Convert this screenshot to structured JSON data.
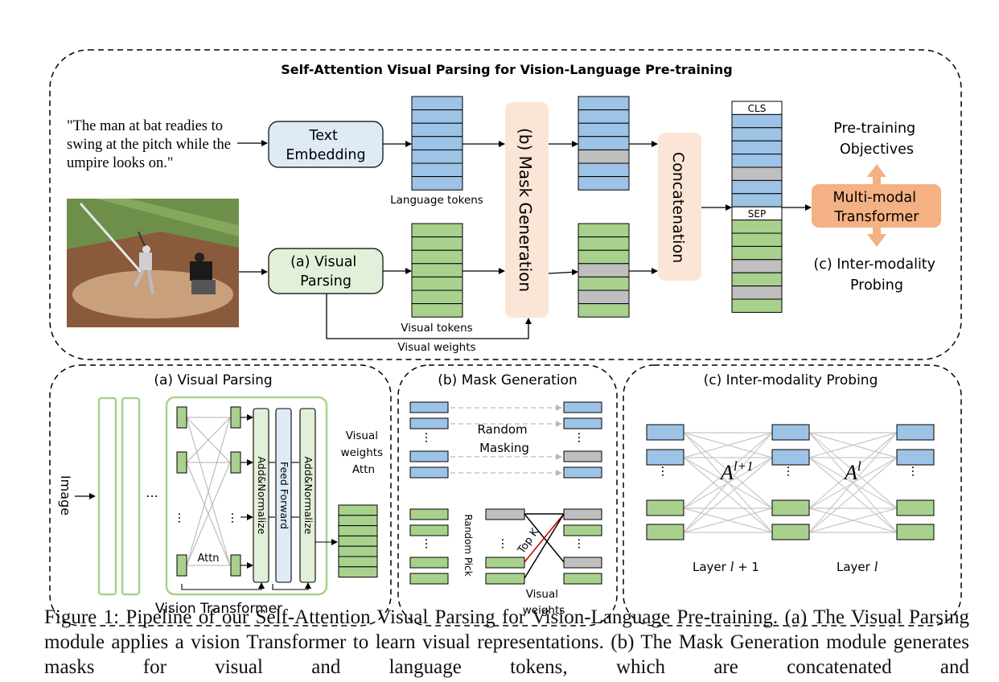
{
  "title": "Self-Attention Visual Parsing for Vision-Language Pre-training",
  "caption_text": "\"The man at bat readies to swing at the pitch while the umpire looks on.\"",
  "caption_lines": [
    "\"The man at bat readies to",
    "swing at the pitch while the",
    "umpire looks on.\""
  ],
  "photo_description": "baseball batter and umpire at home plate",
  "top": {
    "text_embedding": [
      "Text",
      "Embedding"
    ],
    "visual_parsing": [
      "(a) Visual",
      "Parsing"
    ],
    "language_tokens": "Language tokens",
    "visual_tokens": "Visual tokens",
    "visual_weights": "Visual weights",
    "mask_generation": "(b) Mask Generation",
    "concatenation": "Concatenation",
    "cls": "CLS",
    "sep": "SEP",
    "pretraining_objectives": [
      "Pre-training",
      "Objectives"
    ],
    "multimodal_transformer": [
      "Multi-modal",
      "Transformer"
    ],
    "inter_modality_probing": [
      "(c) Inter-modality",
      "Probing"
    ]
  },
  "panel_a": {
    "title": "(a) Visual Parsing",
    "image": "Image",
    "ellipsis": "...",
    "attn": "Attn",
    "add_normalize": "Add&Normalize",
    "feed_forward": "Feed Forward",
    "visual_weights_attn": [
      "Visual",
      "weights",
      "Attn"
    ],
    "vision_transformer": "Vision Transformer"
  },
  "panel_b": {
    "title": "(b) Mask Generation",
    "random_masking": [
      "Random",
      "Masking"
    ],
    "random_pick": "Random Pick",
    "top_k": "Top K",
    "visual_weights": [
      "Visual",
      "weights"
    ]
  },
  "panel_c": {
    "title": "(c) Inter-modality Probing",
    "attn_upper": "A",
    "attn_upper_sup": "l+1",
    "attn_lower": "A",
    "attn_lower_sup": "l",
    "layer_upper": "Layer ",
    "layer_upper_var": "l",
    "layer_upper_suffix": " + 1",
    "layer_lower": "Layer ",
    "layer_lower_var": "l"
  },
  "figure_caption": "Figure 1: Pipeline of our Self-Attention Visual Parsing for Vision-Language Pre-training. (a) The Visual Parsing module applies a vision Transformer to learn visual representations. (b) The Mask Generation module generates masks for visual and language tokens, which are concatenated and",
  "colors": {
    "blue_token": "#9dc3e6",
    "green_token": "#a9d18e",
    "gray_token": "#bfbfbf",
    "text_box_fill": "#deebf7",
    "visual_box_fill": "#e2f0d9",
    "peach": "#fbe5d6",
    "orange": "#f4b183",
    "green_outline": "#a9d18e"
  }
}
